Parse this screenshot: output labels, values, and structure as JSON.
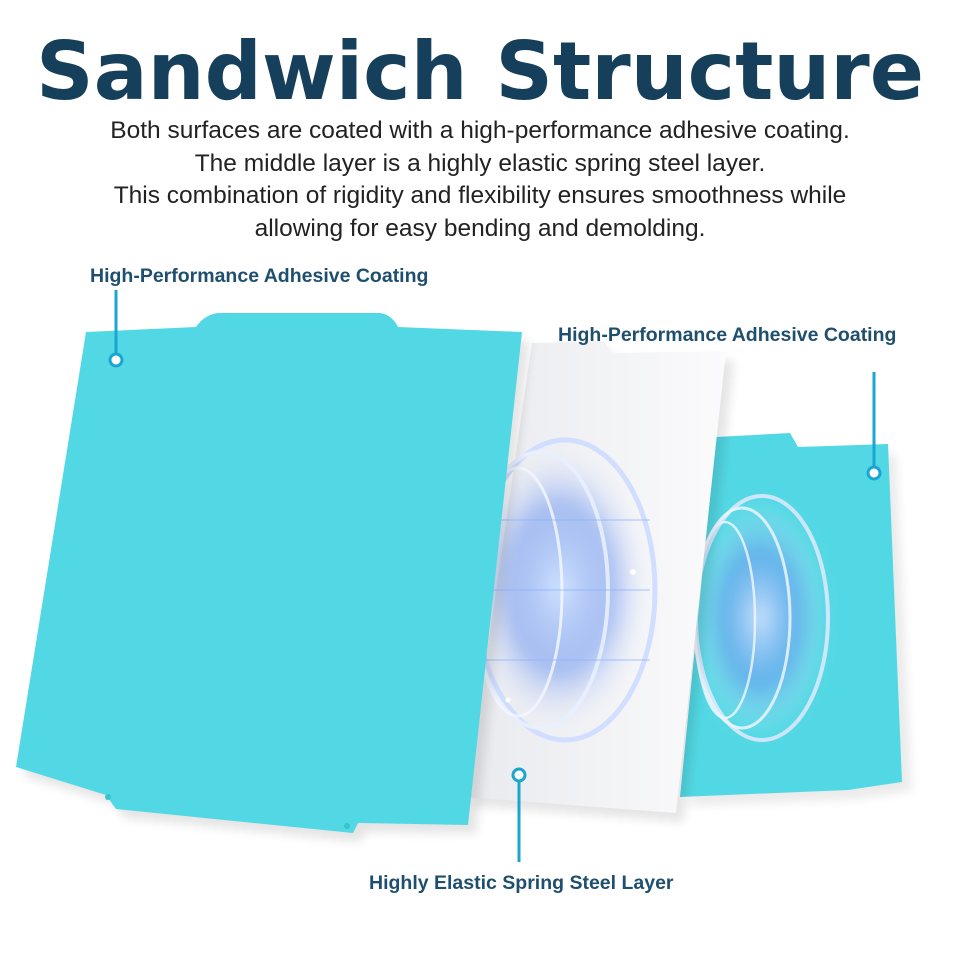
{
  "header": {
    "title": "Sandwich Structure",
    "description_lines": [
      "Both surfaces are coated with a high-performance adhesive coating.",
      "The middle layer is a highly elastic spring steel layer.",
      "This combination of rigidity and flexibility ensures smoothness while",
      "allowing for easy bending and demolding."
    ]
  },
  "callouts": {
    "front_coating": "High-Performance Adhesive Coating",
    "back_coating": "High-Performance Adhesive Coating",
    "middle_layer": "Highly Elastic Spring Steel Layer"
  },
  "colors": {
    "title": "#153f5b",
    "label": "#1f4f6e",
    "coating": "#52d8e4",
    "steel": "#f4f4f6",
    "leader": "#1aa6d0"
  }
}
